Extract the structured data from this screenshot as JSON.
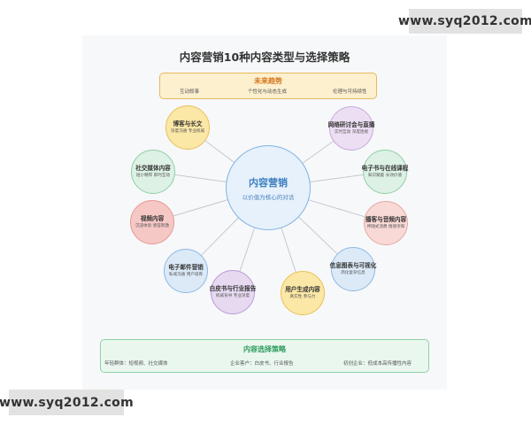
{
  "watermark": "www.syq2012.com",
  "title": "内容营销10种内容类型与选择策略",
  "trends": {
    "title": "未来趋势",
    "items": [
      "互动叙事",
      "个性化与动态生成",
      "伦理与可持续性"
    ]
  },
  "center": {
    "title": "内容营销",
    "subtitle": "以价值为核心的对话"
  },
  "nodes": [
    {
      "id": "blog",
      "title": "博客与长文",
      "subtitle": "深度沟通 专业权威",
      "fill": "#fbe7a6",
      "stroke": "#e7c25a"
    },
    {
      "id": "webinar",
      "title": "网络研讨会与直播",
      "subtitle": "实时互动 深度连接",
      "fill": "#ecdff3",
      "stroke": "#c9a9dc"
    },
    {
      "id": "social",
      "title": "社交媒体内容",
      "subtitle": "短小精悍 即时互动",
      "fill": "#ddf1e5",
      "stroke": "#8fcfa8"
    },
    {
      "id": "ebook",
      "title": "电子书与在线课程",
      "subtitle": "知识赋能 长效价值",
      "fill": "#ddf1e5",
      "stroke": "#8fcfa8"
    },
    {
      "id": "video",
      "title": "视频内容",
      "subtitle": "沉浸体验 感官刺激",
      "fill": "#f6c8c5",
      "stroke": "#e59892"
    },
    {
      "id": "podcast",
      "title": "播客与音频内容",
      "subtitle": "伴随式消费 情感亲和",
      "fill": "#f8d9d6",
      "stroke": "#e8a8a2"
    },
    {
      "id": "email",
      "title": "电子邮件营销",
      "subtitle": "私域沟通 用户培育",
      "fill": "#dceaf8",
      "stroke": "#8db8e2"
    },
    {
      "id": "infographic",
      "title": "信息图表与可视化",
      "subtitle": "简化复杂信息",
      "fill": "#dceaf8",
      "stroke": "#8db8e2"
    },
    {
      "id": "whitepaper",
      "title": "白皮书与行业报告",
      "subtitle": "权威背书 专业深度",
      "fill": "#e6d9f0",
      "stroke": "#b99ad6"
    },
    {
      "id": "ugc",
      "title": "用户生成内容",
      "subtitle": "真实性 参与力",
      "fill": "#fbe7a6",
      "stroke": "#e7c25a"
    }
  ],
  "strategy": {
    "title": "内容选择策略",
    "items": [
      "年轻群体：短视频、社交媒体",
      "企业客户：白皮书、行业报告",
      "初创企业：低成本高传播性内容"
    ]
  }
}
